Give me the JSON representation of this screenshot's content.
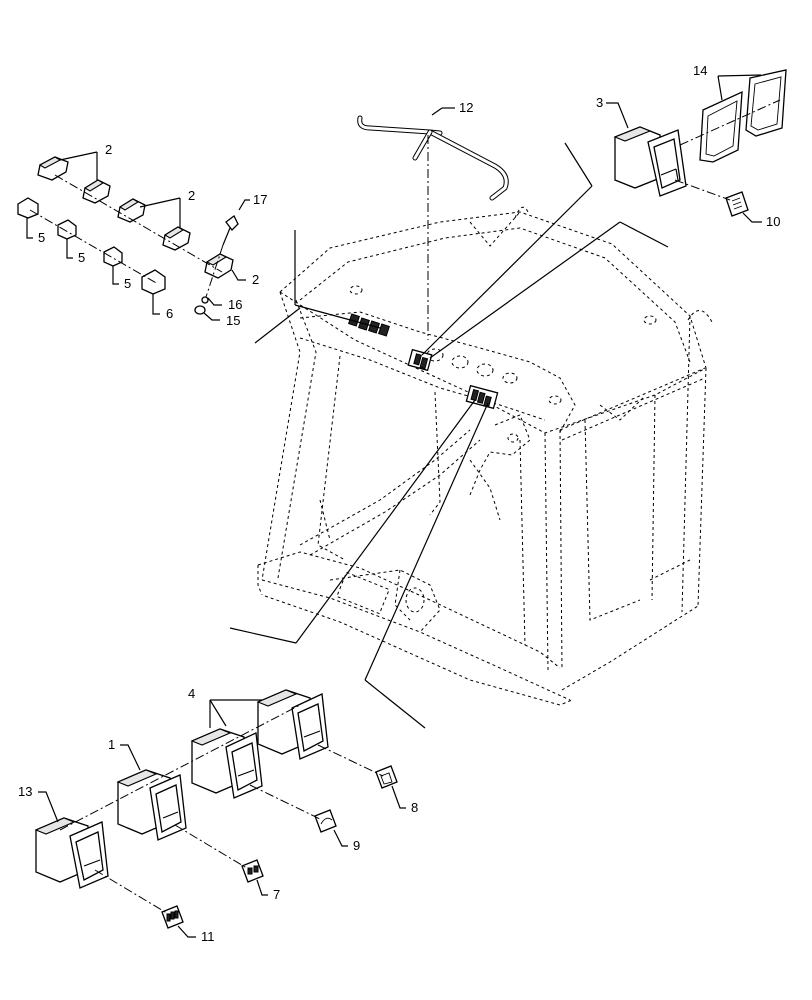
{
  "callouts": {
    "c1": "1",
    "c2a": "2",
    "c2b": "2",
    "c2c": "2",
    "c3": "3",
    "c4": "4",
    "c5a": "5",
    "c5b": "5",
    "c5c": "5",
    "c6": "6",
    "c7": "7",
    "c8": "8",
    "c9": "9",
    "c10": "10",
    "c11": "11",
    "c12": "12",
    "c13": "13",
    "c14": "14",
    "c15": "15",
    "c16": "16",
    "c17": "17"
  }
}
